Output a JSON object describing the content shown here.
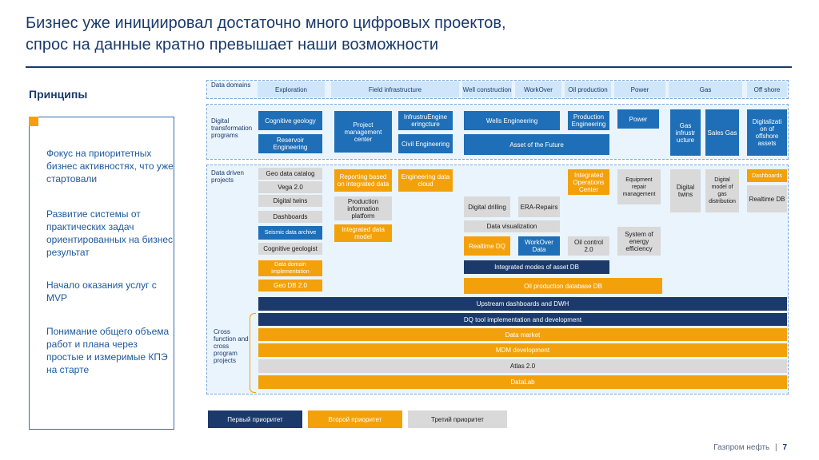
{
  "header": {
    "title_line1": "Бизнес уже инициировал достаточно много цифровых проектов,",
    "title_line2": "спрос на данные кратно превышает наши возможности"
  },
  "principles": {
    "title": "Принципы",
    "items": [
      "Фокус на приоритетных бизнес активностях, что уже стартовали",
      "Развитие системы от практических задач ориентированных на бизнес результат",
      "Начало оказания услуг с MVP",
      "Понимание общего объема работ и плана через простые и измеримые КПЭ на старте"
    ]
  },
  "rows": {
    "data_domains": "Data domains",
    "transformation": "Digital transformation programs",
    "data_driven": "Data driven projects",
    "cross": "Cross function and cross program projects"
  },
  "domains": [
    "Exploration",
    "Field infrastructure",
    "Well construction",
    "WorkOver",
    "Oil production",
    "Power",
    "Gas",
    "Off shore"
  ],
  "programs": {
    "cognitive_geology": "Cognitive geology",
    "reservoir_engineering": "Reservoir Engineering",
    "project_mgmt": "Project management center",
    "infrastru": "InfrustruEngine eringcture",
    "civil": "Civil Engineering",
    "wells": "Wells Engineering",
    "asset_future": "Asset of the Future",
    "production_eng": "Production Engineering",
    "power": "Power",
    "gas_infra": "Gas infrustr ucture",
    "sales_gas": "Sales Gas",
    "digital_offshore": "Digitalizati on of offshore assets"
  },
  "projects": {
    "geo_catalog": "Geo data catalog",
    "vega": "Vega 2.0",
    "digital_twins": "Digital twins",
    "dashboards": "Dashboards",
    "seismic": "Seismic data archive",
    "cognitive_geologist": "Cognitive geologist",
    "domain_impl": "Data domain implementation",
    "geo_db": "Geo DB 2.0",
    "reporting": "Reporting based on integrated data",
    "production_info": "Production information platform",
    "integrated_model": "Integrated data model",
    "eng_cloud": "Engineering data cloud",
    "digital_drilling": "Digital drilling",
    "era": "ERA-Repairs",
    "data_viz": "Data visualization",
    "realtime_dq": "Realtime DQ",
    "workover_data": "WorkOver Data",
    "oil_control": "Oil control 2.0",
    "integrated_modes": "Integrated modes of asset DB",
    "oil_prod_db": "Oil production database DB",
    "ioc": "Integrated Operations Center",
    "equip_repair": "Equipment repair management",
    "energy_eff": "System of energy efficiency",
    "gas_twins": "Digital twins",
    "gas_dist": "Digital model of gas distribution",
    "off_dash": "Dashboards",
    "realtime_db": "Realtime DB"
  },
  "cross_bars": [
    "Upstream dashboards and DWH",
    "DQ tool implementation and development",
    "Data market",
    "MDM development",
    "Atlas 2.0",
    "DataLab"
  ],
  "legend": {
    "first": "Первый приоритет",
    "second": "Второй приоритет",
    "third": "Третий приоритет"
  },
  "footer": {
    "company": "Газпром нефть",
    "separator": "|",
    "page": "7"
  }
}
